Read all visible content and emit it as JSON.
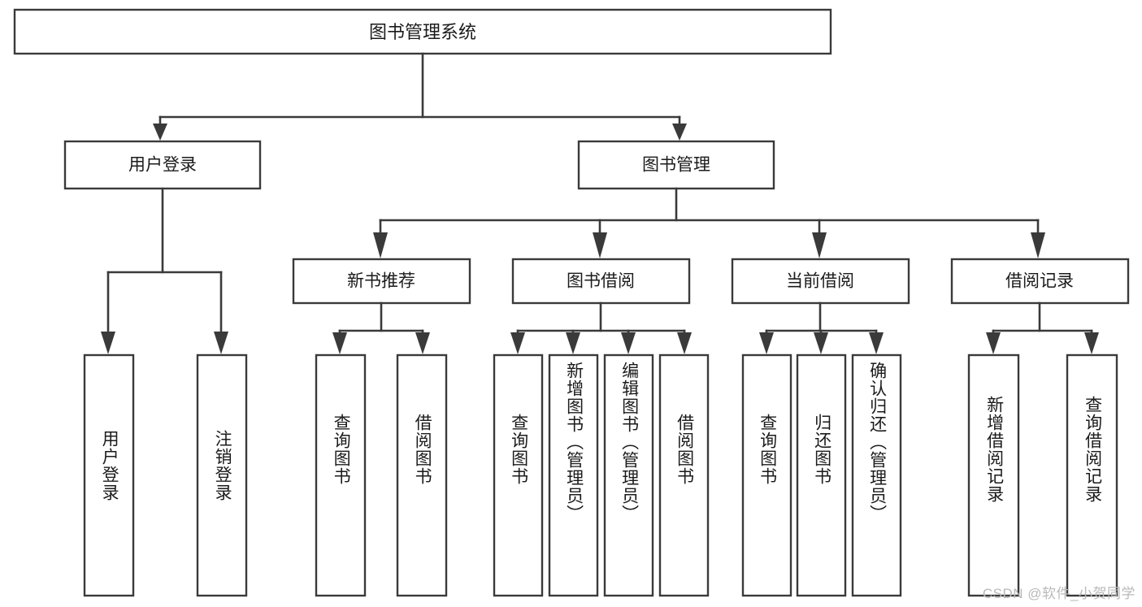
{
  "diagram": {
    "title": "图书管理系统",
    "watermark": "CSDN @软件_小贺同学",
    "colors": {
      "stroke": "#3a3a3a",
      "fill": "#ffffff",
      "text": "#1b1b1b",
      "watermark": "#b9b9b9",
      "background": "#ffffff"
    },
    "root": {
      "label": "图书管理系统"
    },
    "level1": [
      {
        "label": "用户登录"
      },
      {
        "label": "图书管理"
      }
    ],
    "level2": [
      {
        "label": "新书推荐"
      },
      {
        "label": "图书借阅"
      },
      {
        "label": "当前借阅"
      },
      {
        "label": "借阅记录"
      }
    ],
    "leaves": {
      "user_login": [
        {
          "label": "用户登录"
        },
        {
          "label": "注销登录"
        }
      ],
      "new_book_recommend": [
        {
          "label": "查询图书"
        },
        {
          "label": "借阅图书"
        }
      ],
      "book_borrow": [
        {
          "label": "查询图书"
        },
        {
          "label": "新增图书（管理员）"
        },
        {
          "label": "编辑图书（管理员）"
        },
        {
          "label": "借阅图书"
        }
      ],
      "current_borrow": [
        {
          "label": "查询图书"
        },
        {
          "label": "归还图书"
        },
        {
          "label": "确认归还（管理员）"
        }
      ],
      "borrow_record": [
        {
          "label": "新增借阅记录"
        },
        {
          "label": "查询借阅记录"
        }
      ]
    }
  }
}
